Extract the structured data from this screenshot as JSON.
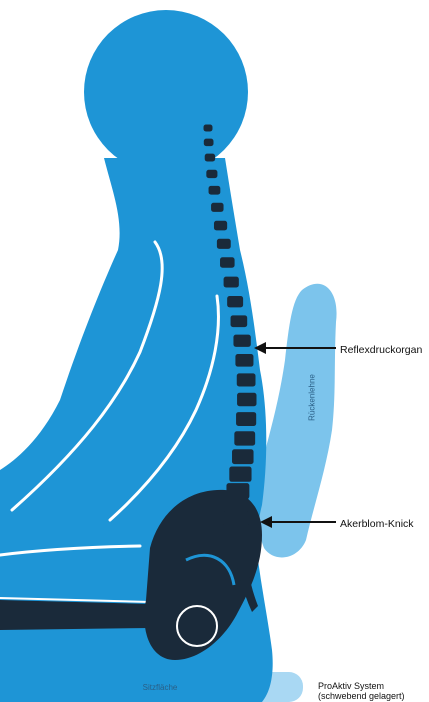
{
  "annotations": {
    "reflex": "Reflexdruckorgan",
    "akerblom": "Akerblom-Knick",
    "proaktiv_line1": "ProAktiv System",
    "proaktiv_line2": "(schwebend gelagert)"
  },
  "parts": {
    "backrest": "Rückenlehne",
    "seat": "Sitzfläche"
  },
  "colors": {
    "body": "#1e95d6",
    "cushion": "#7cc4ec",
    "seat": "#a9d8f3",
    "bone": "#1a2a3a",
    "highlight": "#ffffff",
    "arrow": "#111111"
  }
}
